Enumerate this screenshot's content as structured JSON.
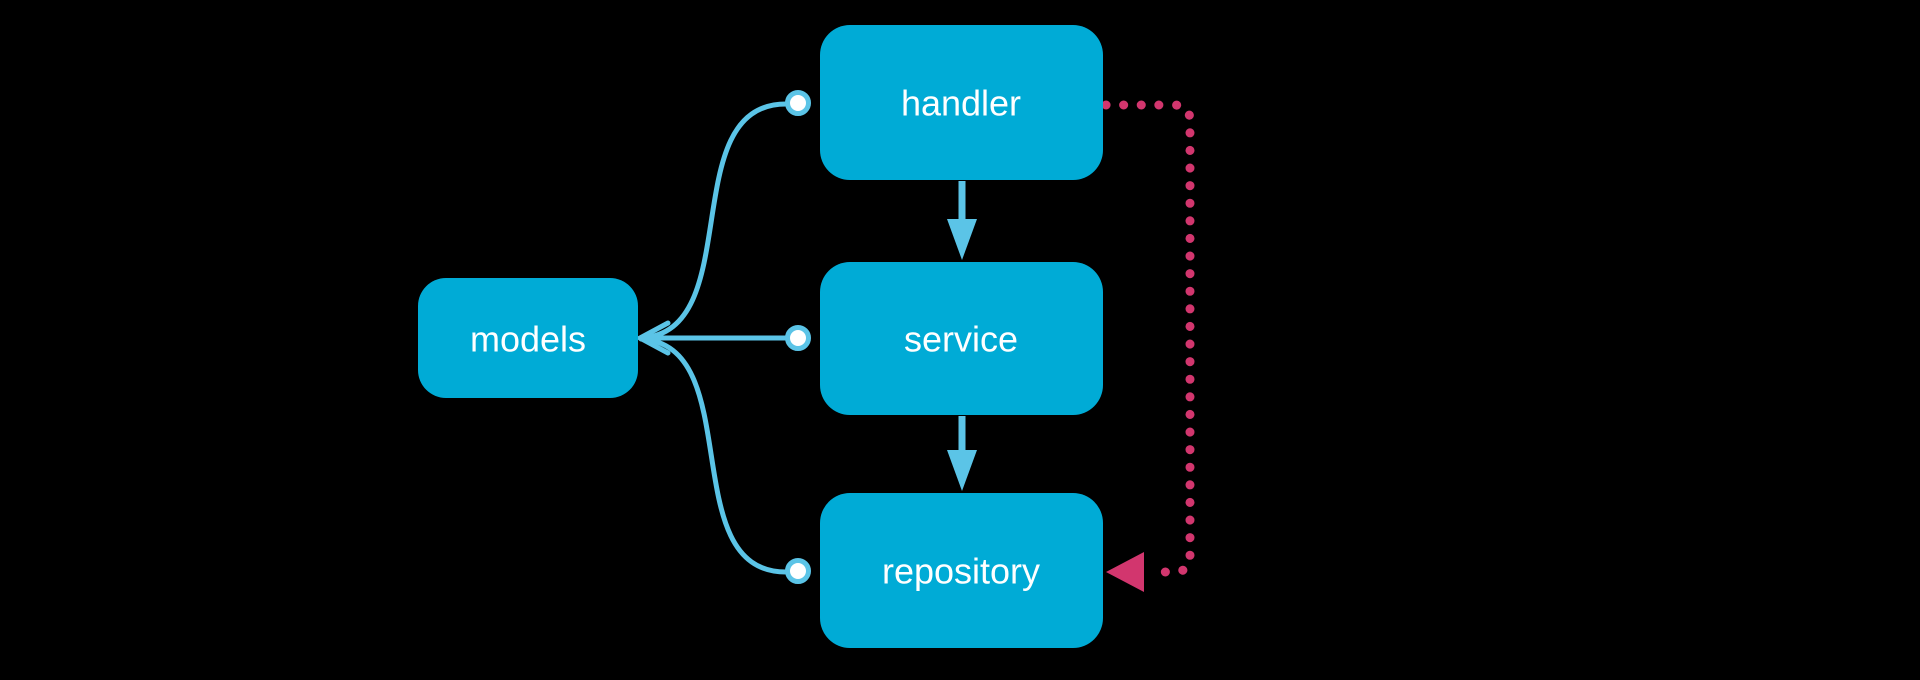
{
  "nodes": {
    "models": {
      "label": "models"
    },
    "handler": {
      "label": "handler"
    },
    "service": {
      "label": "service"
    },
    "repository": {
      "label": "repository"
    }
  },
  "edges": [
    {
      "from": "handler",
      "to": "models",
      "line": "solid",
      "color": "blue",
      "start_marker": "open-circle",
      "end_marker": "open-arrow"
    },
    {
      "from": "service",
      "to": "models",
      "line": "solid",
      "color": "blue",
      "start_marker": "open-circle",
      "end_marker": "open-arrow"
    },
    {
      "from": "repository",
      "to": "models",
      "line": "solid",
      "color": "blue",
      "start_marker": "open-circle",
      "end_marker": "open-arrow"
    },
    {
      "from": "handler",
      "to": "service",
      "line": "solid",
      "color": "blue",
      "start_marker": "none",
      "end_marker": "filled-arrow"
    },
    {
      "from": "service",
      "to": "repository",
      "line": "solid",
      "color": "blue",
      "start_marker": "none",
      "end_marker": "filled-arrow"
    },
    {
      "from": "handler",
      "to": "repository",
      "line": "dotted",
      "color": "pink",
      "start_marker": "none",
      "end_marker": "filled-arrow"
    }
  ],
  "colors": {
    "background": "#000000",
    "node-fill": "#00abd6",
    "node-text": "#ffffff",
    "line-blue": "#5bc4e7",
    "line-pink": "#d2366e"
  }
}
